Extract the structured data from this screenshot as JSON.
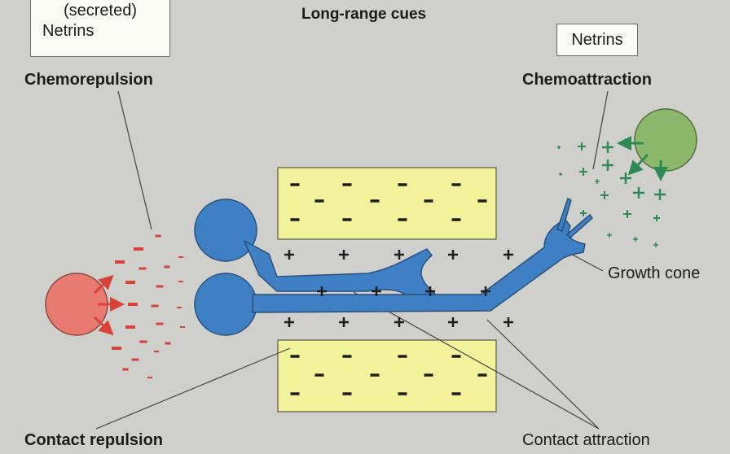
{
  "title": "Long-range cues",
  "box_left": {
    "line1": "(secreted)",
    "line2": "Netrins"
  },
  "box_right": {
    "label": "Netrins"
  },
  "labels": {
    "chemorepulsion": "Chemorepulsion",
    "chemoattraction": "Chemoattraction",
    "growth_cone": "Growth cone",
    "contact_repulsion": "Contact repulsion",
    "contact_attraction": "Contact attraction"
  },
  "colors": {
    "background": "#cfd0cb",
    "neuron": "#3f7fc4",
    "repellent_cell": "#e97a72",
    "attractant_cell": "#8bb86a",
    "repellent_sign": "#d9413a",
    "attractant_sign": "#2e8a52",
    "substrate": "#f1f29a",
    "leader_line": "#444444"
  }
}
